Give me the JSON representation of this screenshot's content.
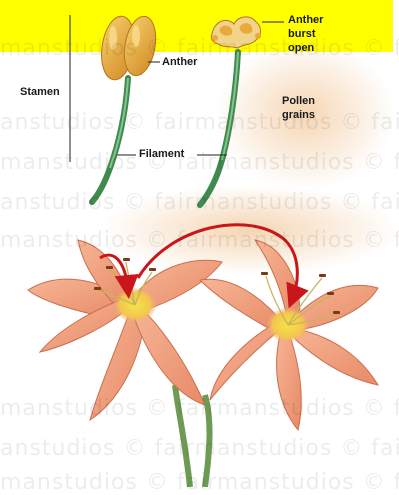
{
  "labels": {
    "stamen": "Stamen",
    "anther": "Anther",
    "anther_burst_1": "Anther",
    "anther_burst_2": "burst",
    "anther_burst_3": "open",
    "pollen_1": "Pollen",
    "pollen_2": "grains",
    "filament": "Filament"
  },
  "watermark": {
    "line_a": "anstudios © fairmanstudios © fairmanstudios © fa",
    "line_b": "manstudios © fairmanstudios © fairmanstudios © f"
  },
  "colors": {
    "banner": "#ffff00",
    "anther": "#e9a93b",
    "filament": "#3f8a4e",
    "petal": "#f2a482",
    "petal_center": "#f0d642",
    "arrow": "#c8161b",
    "pollen": "#f2c89a"
  }
}
